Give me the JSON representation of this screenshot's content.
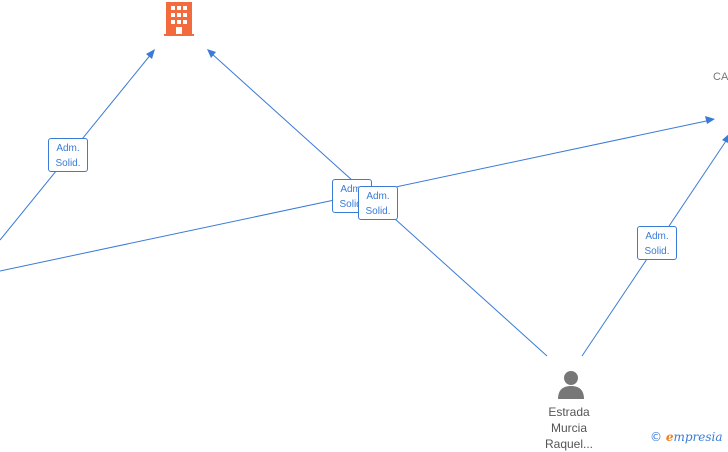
{
  "colors": {
    "edge": "#3a7bd5",
    "company": "#f36a3c",
    "person": "#777777"
  },
  "edges": [
    {
      "id": "e1",
      "role_lines": [
        "Adm.",
        "Solid."
      ]
    },
    {
      "id": "e2",
      "role_lines": [
        "Adm.",
        "Solid."
      ]
    },
    {
      "id": "e3",
      "role_lines": [
        "Adm.",
        "Solid."
      ]
    },
    {
      "id": "e4",
      "role_lines": [
        "Adm.",
        "Solid."
      ]
    }
  ],
  "nodes": {
    "company": {
      "icon": "building-icon"
    },
    "person": {
      "icon": "person-icon",
      "label_lines": [
        "Estrada",
        "Murcia",
        "Raquel..."
      ]
    },
    "offscreen_company": {
      "label": "CA"
    }
  },
  "watermark": {
    "copyright": "©",
    "brand_first": "e",
    "brand_rest": "mpresia"
  }
}
